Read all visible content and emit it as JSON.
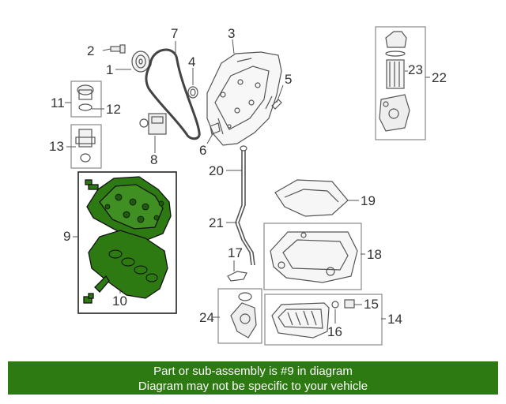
{
  "callouts": {
    "c1": "1",
    "c2": "2",
    "c3": "3",
    "c4": "4",
    "c5": "5",
    "c6": "6",
    "c7": "7",
    "c8": "8",
    "c9": "9",
    "c10": "10",
    "c11": "11",
    "c12": "12",
    "c13": "13",
    "c14": "14",
    "c15": "15",
    "c16": "16",
    "c17": "17",
    "c18": "18",
    "c19": "19",
    "c20": "20",
    "c21": "21",
    "c22": "22",
    "c23": "23",
    "c24": "24"
  },
  "banner": {
    "line1": "Part or sub-assembly is #9 in diagram",
    "line2": "Diagram may not be specific to your vehicle",
    "color": "#2e7a12"
  },
  "highlight": {
    "part": "9",
    "color": "#2e7a12"
  }
}
